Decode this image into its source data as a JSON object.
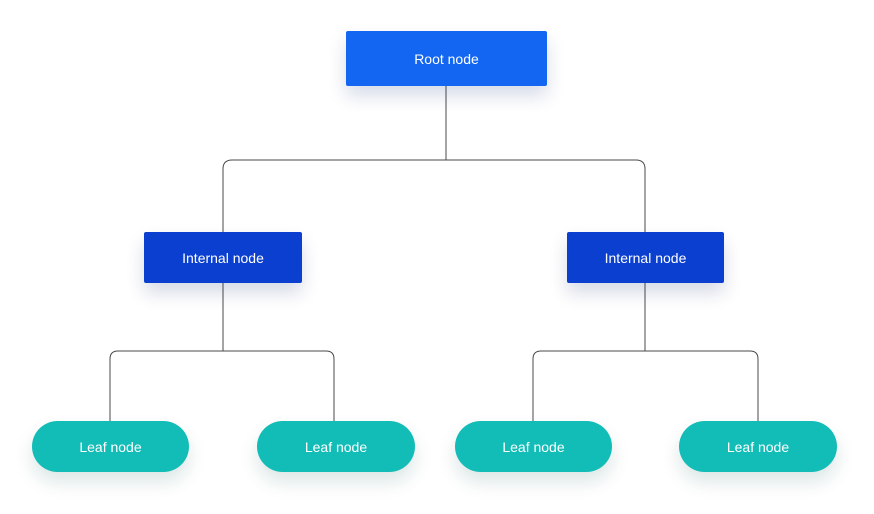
{
  "colors": {
    "root": "#1266f1",
    "internal": "#0a3fd0",
    "leaf": "#13bdb7",
    "connector": "#4a4a4a"
  },
  "tree": {
    "root": {
      "label": "Root node"
    },
    "internal": [
      {
        "label": "Internal node"
      },
      {
        "label": "Internal node"
      }
    ],
    "leaves": [
      {
        "label": "Leaf node"
      },
      {
        "label": "Leaf node"
      },
      {
        "label": "Leaf node"
      },
      {
        "label": "Leaf node"
      }
    ]
  }
}
